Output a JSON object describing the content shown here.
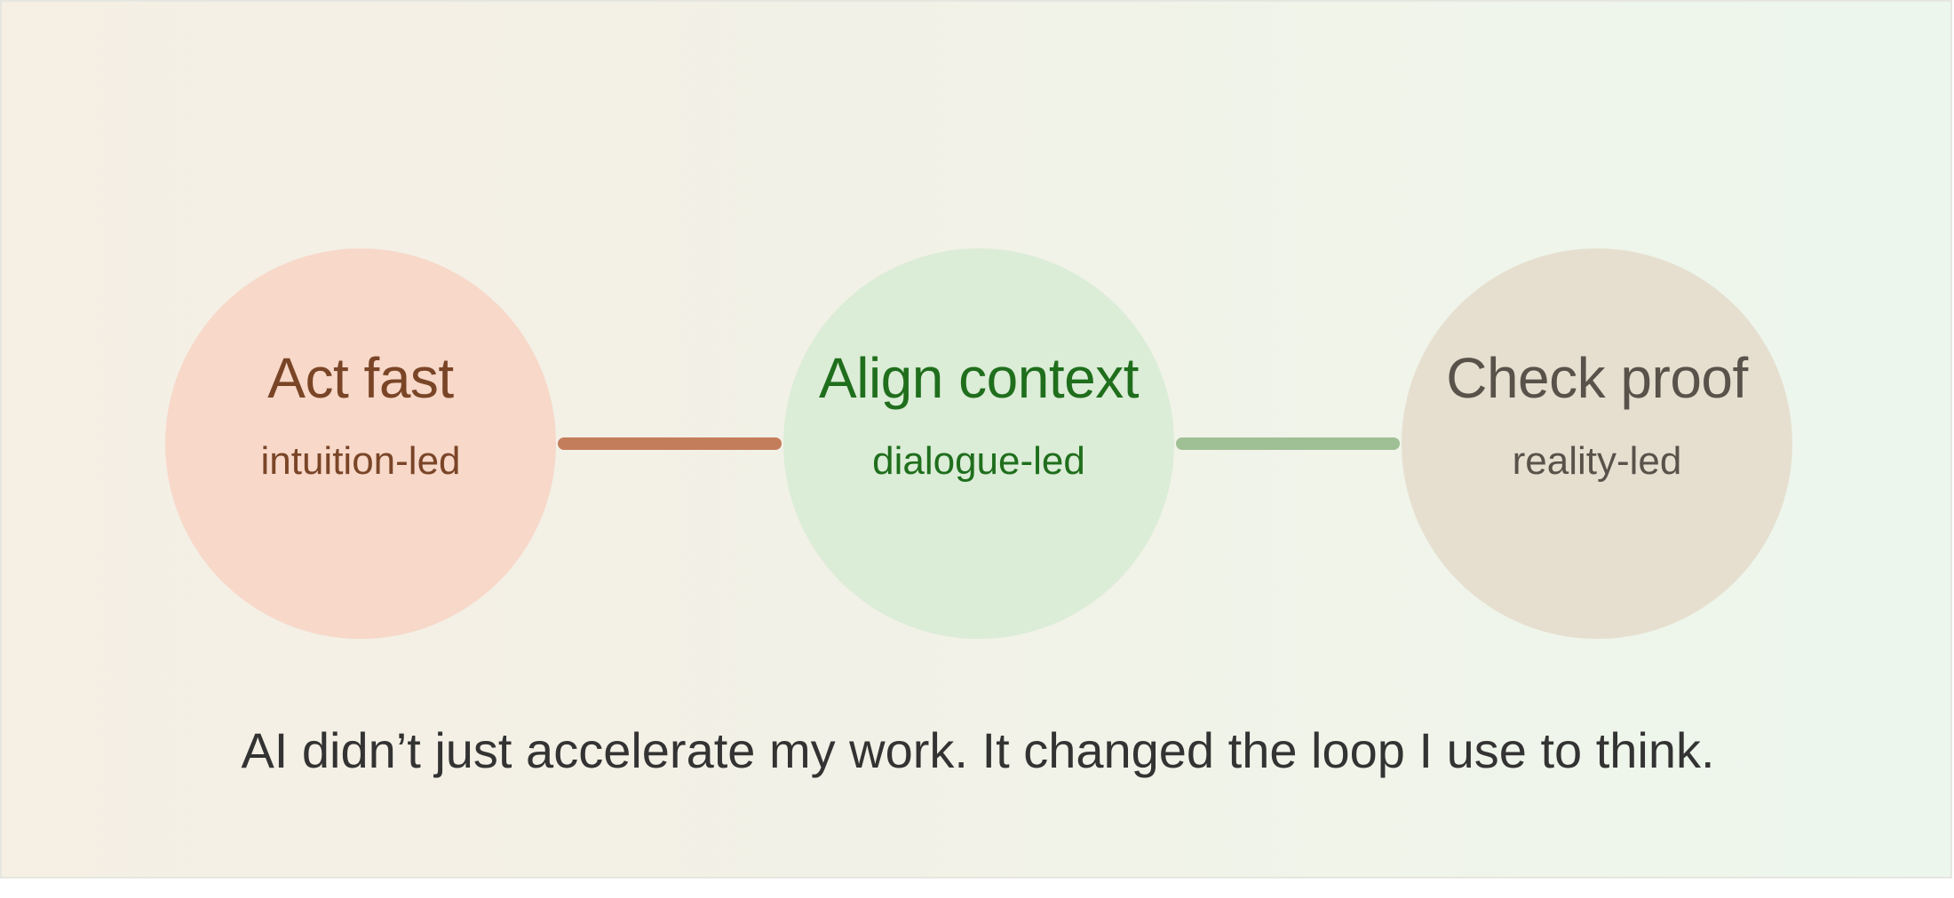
{
  "nodes": [
    {
      "title": "Act fast",
      "subtitle": "intuition-led",
      "fill": "#f7d8c9",
      "text_color": "#7a4527"
    },
    {
      "title": "Align context",
      "subtitle": "dialogue-led",
      "fill": "#dbecd7",
      "text_color": "#1f6e1c"
    },
    {
      "title": "Check proof",
      "subtitle": "reality-led",
      "fill": "#e6dfd0",
      "text_color": "#58524a"
    }
  ],
  "connectors": [
    {
      "color": "#c47d5a"
    },
    {
      "color": "#9fbf94"
    }
  ],
  "tagline": "AI didn’t just accelerate my work. It changed the loop I use to think."
}
